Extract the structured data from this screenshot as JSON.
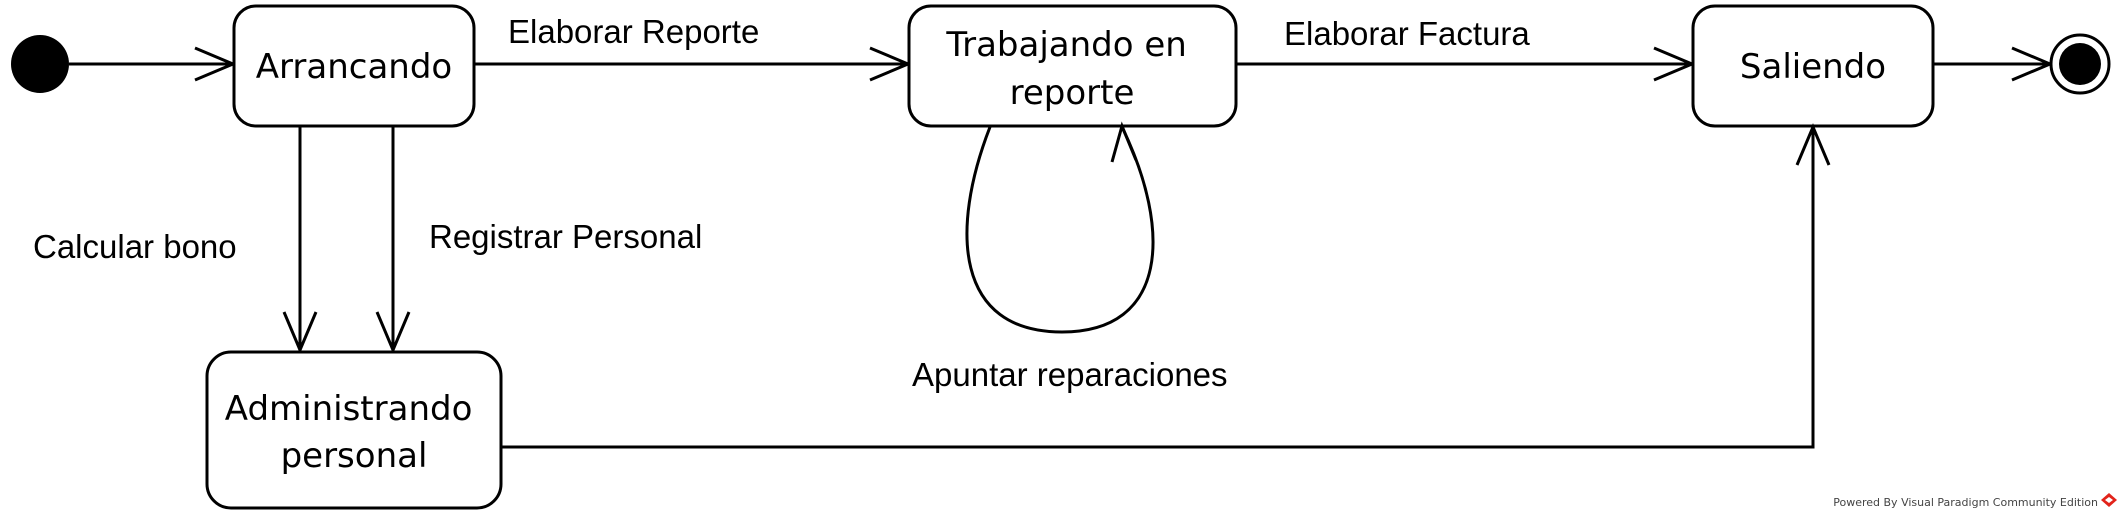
{
  "diagram": {
    "states": {
      "arrancando": {
        "label": "Arrancando"
      },
      "trabajando": {
        "label_line1": "Trabajando en",
        "label_line2": "reporte"
      },
      "saliendo": {
        "label": "Saliendo"
      },
      "administrando": {
        "label_line1": "Administrando",
        "label_line2": "personal"
      }
    },
    "transitions": {
      "elaborar_reporte": "Elaborar Reporte",
      "elaborar_factura": "Elaborar Factura",
      "calcular_bono": "Calcular bono",
      "registrar_personal": "Registrar Personal",
      "apuntar_reparaciones": "Apuntar reparaciones"
    },
    "watermark": "Powered By Visual Paradigm Community Edition",
    "colors": {
      "stroke": "#000000",
      "fill": "#ffffff",
      "node": "#000000",
      "watermark": "#444444",
      "watermark_logo": "#e2231a"
    }
  }
}
